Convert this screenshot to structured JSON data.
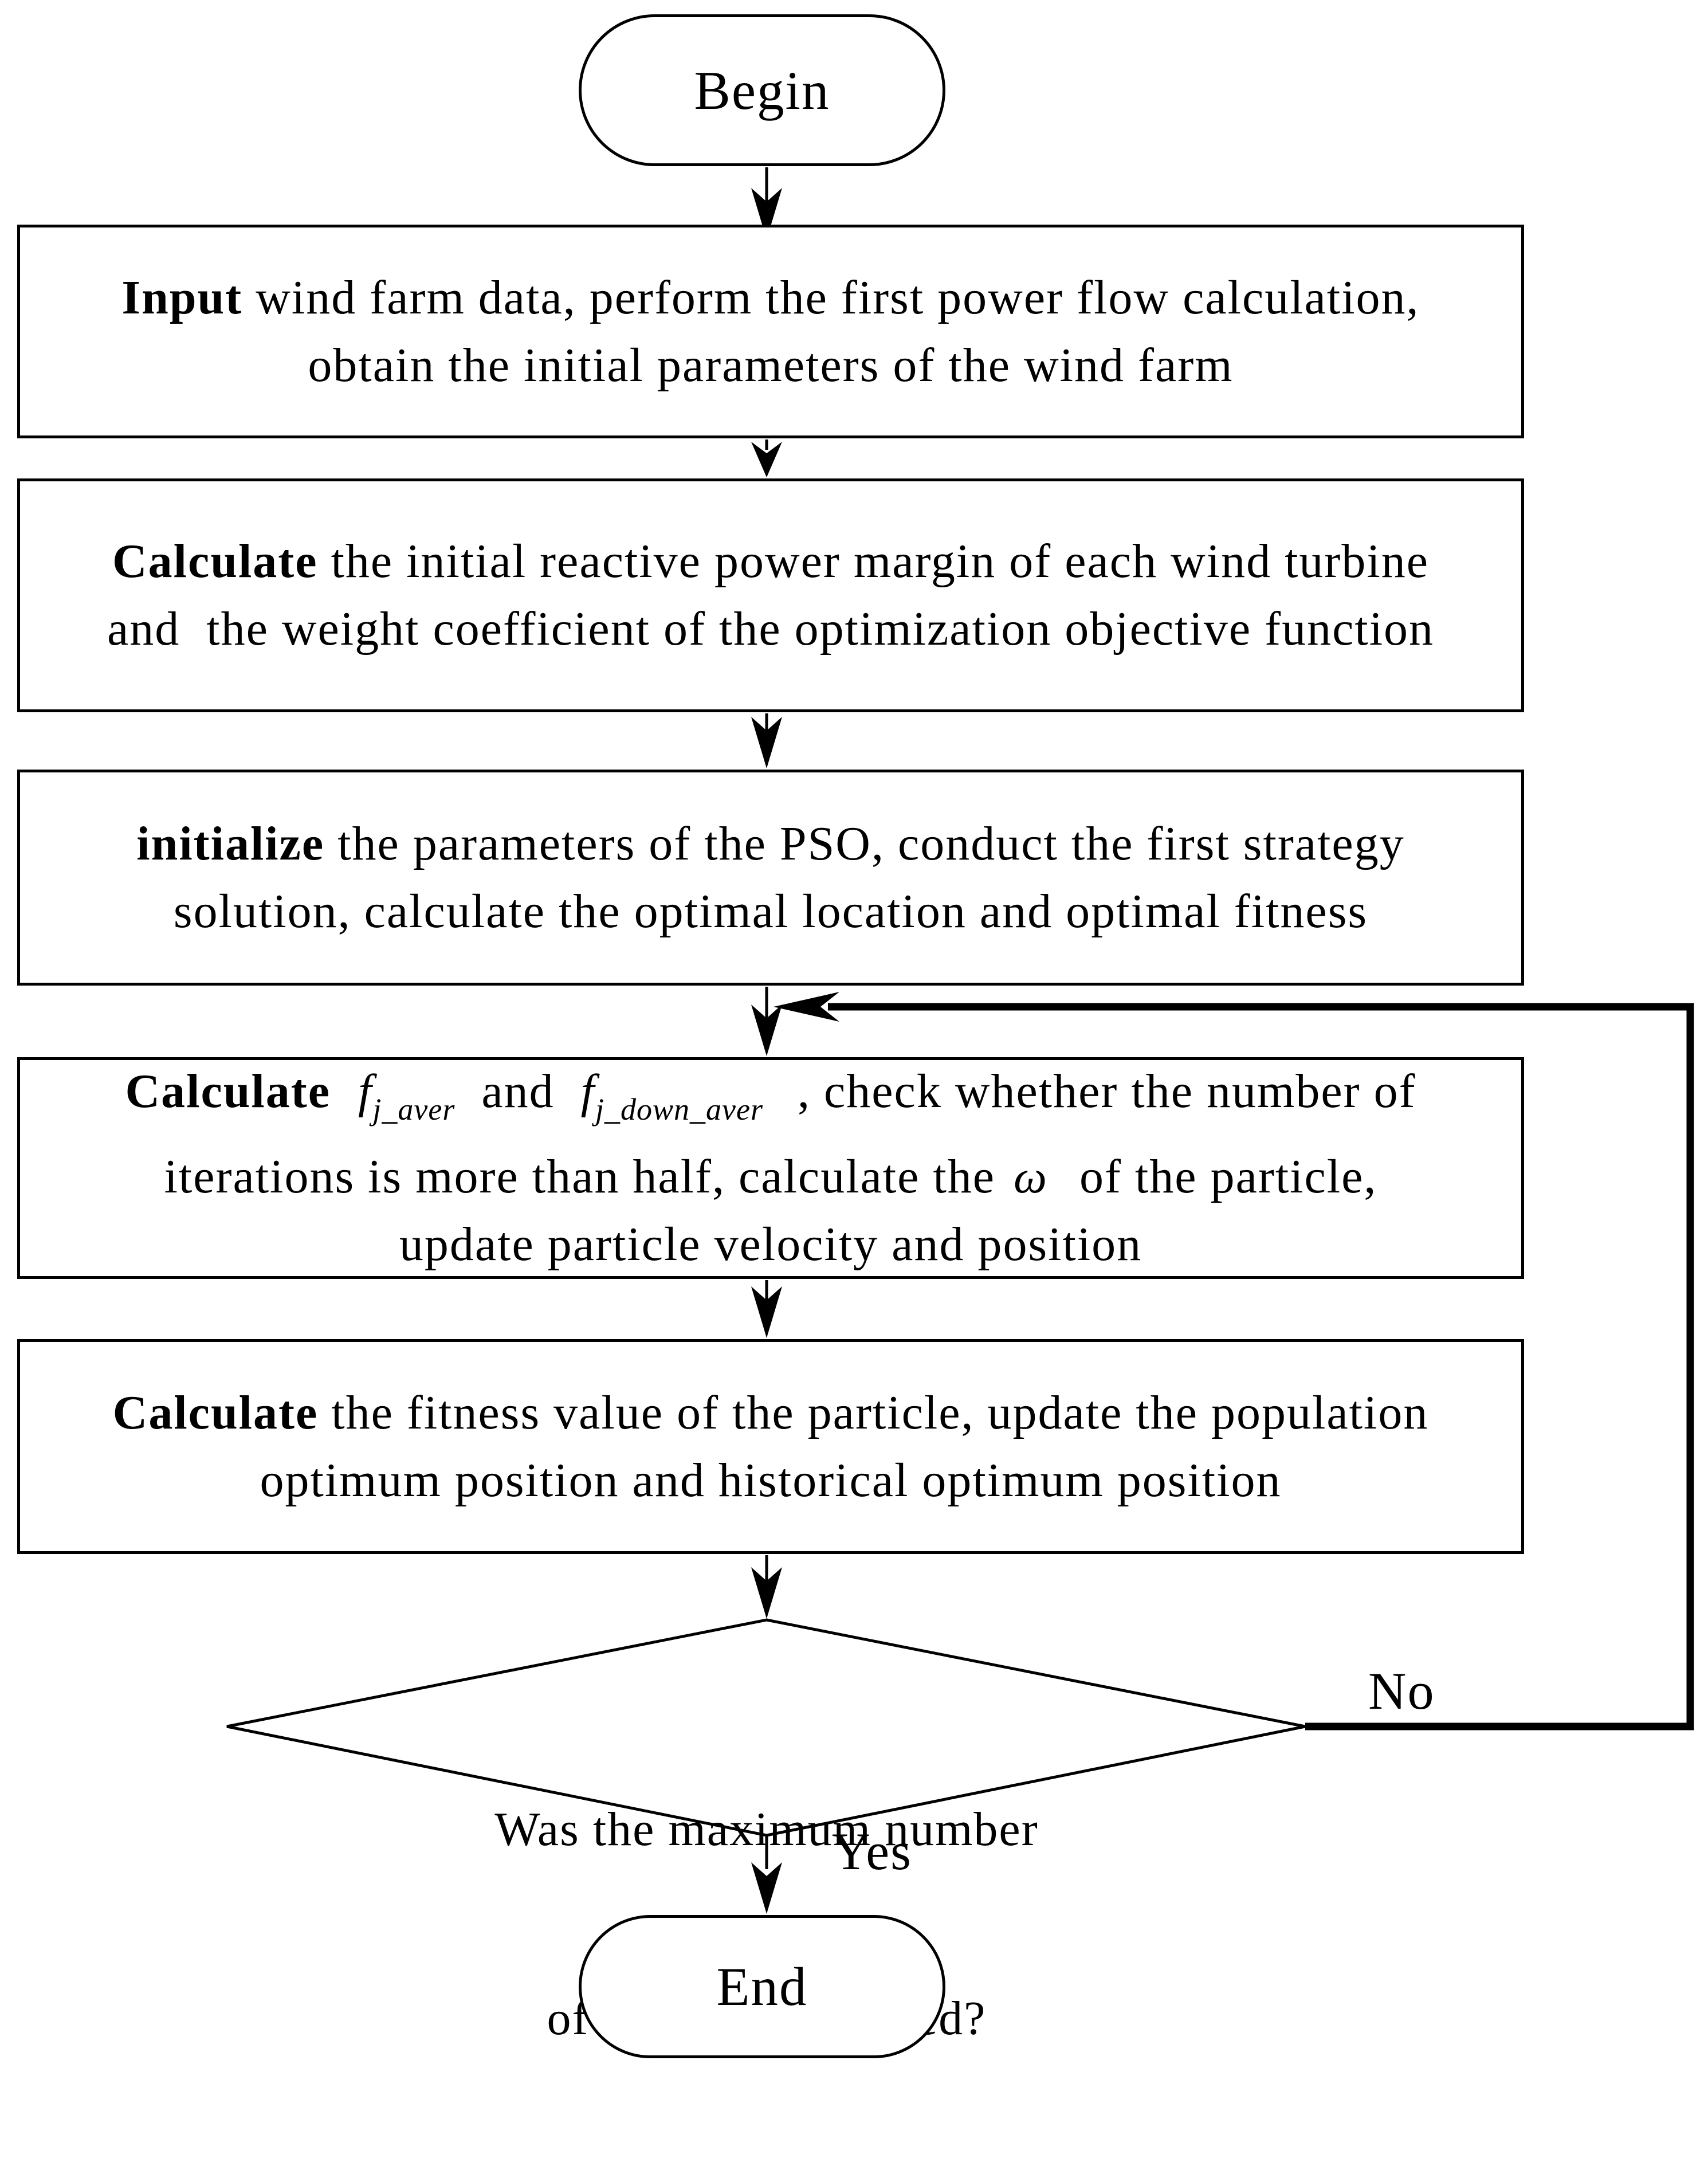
{
  "diagram": {
    "begin_label": "Begin",
    "end_label": "End",
    "box1": {
      "bold": "Input",
      "line1_rest": " wind farm data, perform the first power flow calculation,",
      "line2": "obtain the initial parameters of the wind farm"
    },
    "box2": {
      "bold": "Calculate",
      "line1_rest": " the initial reactive power margin of each wind turbine",
      "line2": "and  the weight coefficient of the optimization objective function"
    },
    "box3": {
      "bold": "initialize",
      "line1_rest": " the parameters of the PSO, conduct the first strategy",
      "line2": "solution, calculate the optimal location and optimal fitness"
    },
    "box4": {
      "bold": "Calculate",
      "f1": "f",
      "f1_sub": "j_aver",
      "and_word": "and",
      "f2": "f",
      "f2_sub": "j_down_aver",
      "line1_tail": ", check whether the number of",
      "line2_pre": "iterations is more than half, calculate the",
      "omega": "ω",
      "line2_tail": " of the particle,",
      "line3": "update particle velocity and position"
    },
    "box5": {
      "bold": "Calculate",
      "line1_rest": " the fitness value of the particle, update the population",
      "line2": "optimum position and historical optimum position"
    },
    "decision": {
      "line1": "Was the maximum number",
      "line2": "of iterations reached?"
    },
    "labels": {
      "no": "No",
      "yes": "Yes"
    },
    "colors": {
      "stroke": "#000000",
      "background": "#ffffff"
    }
  }
}
